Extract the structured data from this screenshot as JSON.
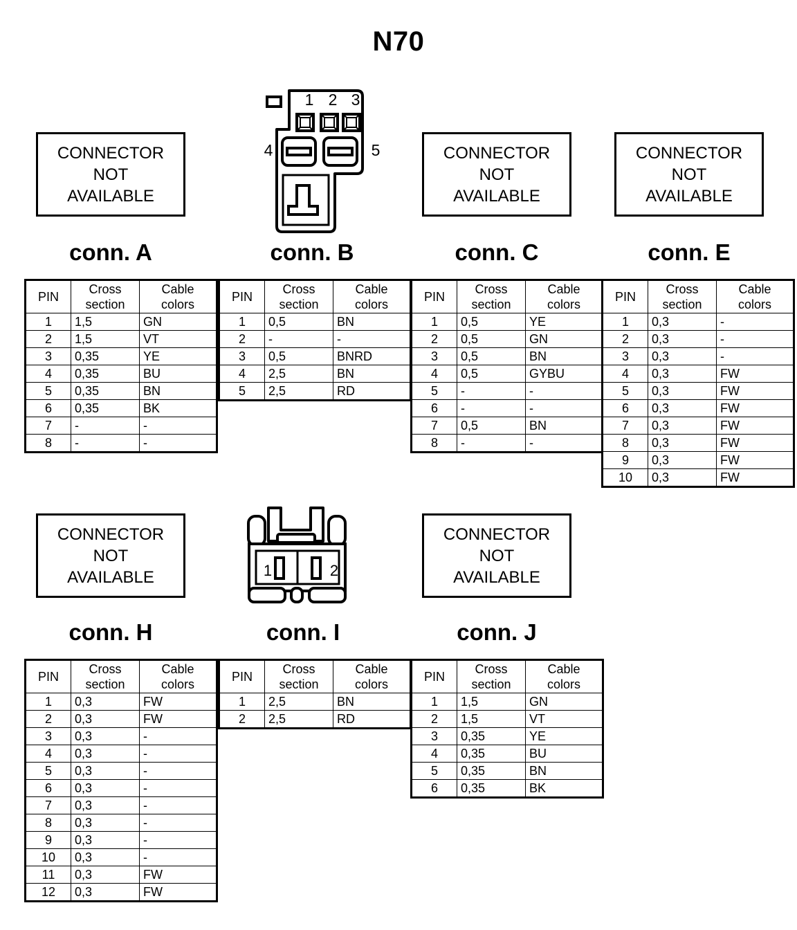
{
  "title": "N70",
  "messages": {
    "connector_not_available": [
      "CONNECTOR",
      "NOT",
      "AVAILABLE"
    ]
  },
  "table_headers": [
    "PIN",
    "Cross section",
    "Cable colors"
  ],
  "header_parts": {
    "pin": "PIN",
    "cross": "Cross",
    "section": "section",
    "cable": "Cable",
    "colors": "colors"
  },
  "connectors": [
    {
      "id": "A",
      "label": "conn. A",
      "graphic": "not-available",
      "rows": [
        {
          "pin": "1",
          "cross_section": "1,5",
          "cable_colors": "GN"
        },
        {
          "pin": "2",
          "cross_section": "1,5",
          "cable_colors": "VT"
        },
        {
          "pin": "3",
          "cross_section": "0,35",
          "cable_colors": "YE"
        },
        {
          "pin": "4",
          "cross_section": "0,35",
          "cable_colors": "BU"
        },
        {
          "pin": "5",
          "cross_section": "0,35",
          "cable_colors": "BN"
        },
        {
          "pin": "6",
          "cross_section": "0,35",
          "cable_colors": "BK"
        },
        {
          "pin": "7",
          "cross_section": "-",
          "cable_colors": "-"
        },
        {
          "pin": "8",
          "cross_section": "-",
          "cable_colors": "-"
        }
      ]
    },
    {
      "id": "B",
      "label": "conn. B",
      "graphic": "connector-b",
      "pin_callouts": [
        "1",
        "2",
        "3",
        "4",
        "5"
      ],
      "rows": [
        {
          "pin": "1",
          "cross_section": "0,5",
          "cable_colors": "BN"
        },
        {
          "pin": "2",
          "cross_section": "-",
          "cable_colors": "-"
        },
        {
          "pin": "3",
          "cross_section": "0,5",
          "cable_colors": "BNRD"
        },
        {
          "pin": "4",
          "cross_section": "2,5",
          "cable_colors": "BN"
        },
        {
          "pin": "5",
          "cross_section": "2,5",
          "cable_colors": "RD"
        }
      ]
    },
    {
      "id": "C",
      "label": "conn. C",
      "graphic": "not-available",
      "rows": [
        {
          "pin": "1",
          "cross_section": "0,5",
          "cable_colors": "YE"
        },
        {
          "pin": "2",
          "cross_section": "0,5",
          "cable_colors": "GN"
        },
        {
          "pin": "3",
          "cross_section": "0,5",
          "cable_colors": "BN"
        },
        {
          "pin": "4",
          "cross_section": "0,5",
          "cable_colors": "GYBU"
        },
        {
          "pin": "5",
          "cross_section": "-",
          "cable_colors": "-"
        },
        {
          "pin": "6",
          "cross_section": "-",
          "cable_colors": "-"
        },
        {
          "pin": "7",
          "cross_section": "0,5",
          "cable_colors": "BN"
        },
        {
          "pin": "8",
          "cross_section": "-",
          "cable_colors": "-"
        }
      ]
    },
    {
      "id": "E",
      "label": "conn. E",
      "graphic": "not-available",
      "rows": [
        {
          "pin": "1",
          "cross_section": "0,3",
          "cable_colors": "-"
        },
        {
          "pin": "2",
          "cross_section": "0,3",
          "cable_colors": "-"
        },
        {
          "pin": "3",
          "cross_section": "0,3",
          "cable_colors": "-"
        },
        {
          "pin": "4",
          "cross_section": "0,3",
          "cable_colors": "FW"
        },
        {
          "pin": "5",
          "cross_section": "0,3",
          "cable_colors": "FW"
        },
        {
          "pin": "6",
          "cross_section": "0,3",
          "cable_colors": "FW"
        },
        {
          "pin": "7",
          "cross_section": "0,3",
          "cable_colors": "FW"
        },
        {
          "pin": "8",
          "cross_section": "0,3",
          "cable_colors": "FW"
        },
        {
          "pin": "9",
          "cross_section": "0,3",
          "cable_colors": "FW"
        },
        {
          "pin": "10",
          "cross_section": "0,3",
          "cable_colors": "FW"
        }
      ]
    },
    {
      "id": "H",
      "label": "conn. H",
      "graphic": "not-available",
      "rows": [
        {
          "pin": "1",
          "cross_section": "0,3",
          "cable_colors": "FW"
        },
        {
          "pin": "2",
          "cross_section": "0,3",
          "cable_colors": "FW"
        },
        {
          "pin": "3",
          "cross_section": "0,3",
          "cable_colors": "-"
        },
        {
          "pin": "4",
          "cross_section": "0,3",
          "cable_colors": "-"
        },
        {
          "pin": "5",
          "cross_section": "0,3",
          "cable_colors": "-"
        },
        {
          "pin": "6",
          "cross_section": "0,3",
          "cable_colors": "-"
        },
        {
          "pin": "7",
          "cross_section": "0,3",
          "cable_colors": "-"
        },
        {
          "pin": "8",
          "cross_section": "0,3",
          "cable_colors": "-"
        },
        {
          "pin": "9",
          "cross_section": "0,3",
          "cable_colors": "-"
        },
        {
          "pin": "10",
          "cross_section": "0,3",
          "cable_colors": "-"
        },
        {
          "pin": "11",
          "cross_section": "0,3",
          "cable_colors": "FW"
        },
        {
          "pin": "12",
          "cross_section": "0,3",
          "cable_colors": "FW"
        }
      ]
    },
    {
      "id": "I",
      "label": "conn. I",
      "graphic": "connector-i",
      "pin_callouts": [
        "1",
        "2"
      ],
      "rows": [
        {
          "pin": "1",
          "cross_section": "2,5",
          "cable_colors": "BN"
        },
        {
          "pin": "2",
          "cross_section": "2,5",
          "cable_colors": "RD"
        }
      ]
    },
    {
      "id": "J",
      "label": "conn. J",
      "graphic": "not-available",
      "rows": [
        {
          "pin": "1",
          "cross_section": "1,5",
          "cable_colors": "GN"
        },
        {
          "pin": "2",
          "cross_section": "1,5",
          "cable_colors": "VT"
        },
        {
          "pin": "3",
          "cross_section": "0,35",
          "cable_colors": "YE"
        },
        {
          "pin": "4",
          "cross_section": "0,35",
          "cable_colors": "BU"
        },
        {
          "pin": "5",
          "cross_section": "0,35",
          "cable_colors": "BN"
        },
        {
          "pin": "6",
          "cross_section": "0,35",
          "cable_colors": "BK"
        }
      ]
    }
  ],
  "colors": {
    "ink": "#000000",
    "paper": "#ffffff"
  }
}
